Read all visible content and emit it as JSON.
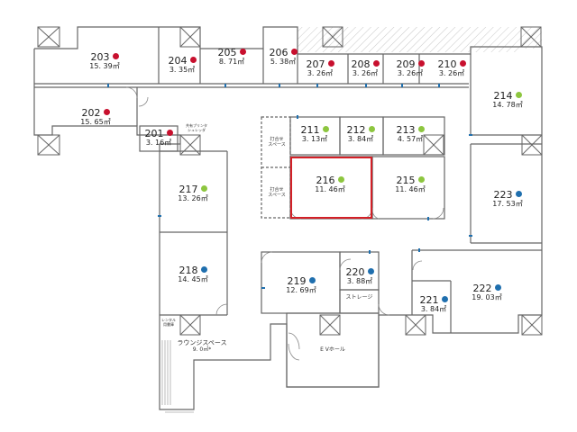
{
  "colors": {
    "red": "#c8102e",
    "green": "#8dc63f",
    "blue": "#1f6fae",
    "highlight": "#d32027",
    "wall": "#666666"
  },
  "rooms": [
    {
      "num": "203",
      "area": "15. 39㎡",
      "status": "red"
    },
    {
      "num": "204",
      "area": "3. 35㎡",
      "status": "red"
    },
    {
      "num": "205",
      "area": "8. 71㎡",
      "status": "red"
    },
    {
      "num": "206",
      "area": "5. 38㎡",
      "status": "red"
    },
    {
      "num": "207",
      "area": "3. 26㎡",
      "status": "red"
    },
    {
      "num": "208",
      "area": "3. 26㎡",
      "status": "red"
    },
    {
      "num": "209",
      "area": "3. 26㎡",
      "status": "red"
    },
    {
      "num": "210",
      "area": "3. 26㎡",
      "status": "red"
    },
    {
      "num": "214",
      "area": "14. 78㎡",
      "status": "green"
    },
    {
      "num": "202",
      "area": "15. 65㎡",
      "status": "red"
    },
    {
      "num": "201",
      "area": "3. 16㎡",
      "status": "red"
    },
    {
      "num": "211",
      "area": "3. 13㎡",
      "status": "green"
    },
    {
      "num": "212",
      "area": "3. 84㎡",
      "status": "green"
    },
    {
      "num": "213",
      "area": "4. 57㎡",
      "status": "green"
    },
    {
      "num": "216",
      "area": "11. 46㎡",
      "status": "green"
    },
    {
      "num": "215",
      "area": "11. 46㎡",
      "status": "green"
    },
    {
      "num": "217",
      "area": "13. 26㎡",
      "status": "green"
    },
    {
      "num": "223",
      "area": "17. 53㎡",
      "status": "blue"
    },
    {
      "num": "218",
      "area": "14. 45㎡",
      "status": "blue"
    },
    {
      "num": "219",
      "area": "12. 69㎡",
      "status": "blue"
    },
    {
      "num": "220",
      "area": "3. 88㎡",
      "status": "blue"
    },
    {
      "num": "221",
      "area": "3. 84㎡",
      "status": "blue"
    },
    {
      "num": "222",
      "area": "19. 03㎡",
      "status": "blue"
    }
  ],
  "labels": {
    "meeting_a": "打合せ\nスペース",
    "meeting_b": "打合せ\nスペース",
    "storage": "ストレージ",
    "ev_hall": "E Vホール",
    "lounge": "ラウンジスペース",
    "lounge_area": "9. 0㎡*",
    "printer": "共有プリンタ\nシュレッダ",
    "rental": "レンタル\n用書庫"
  }
}
